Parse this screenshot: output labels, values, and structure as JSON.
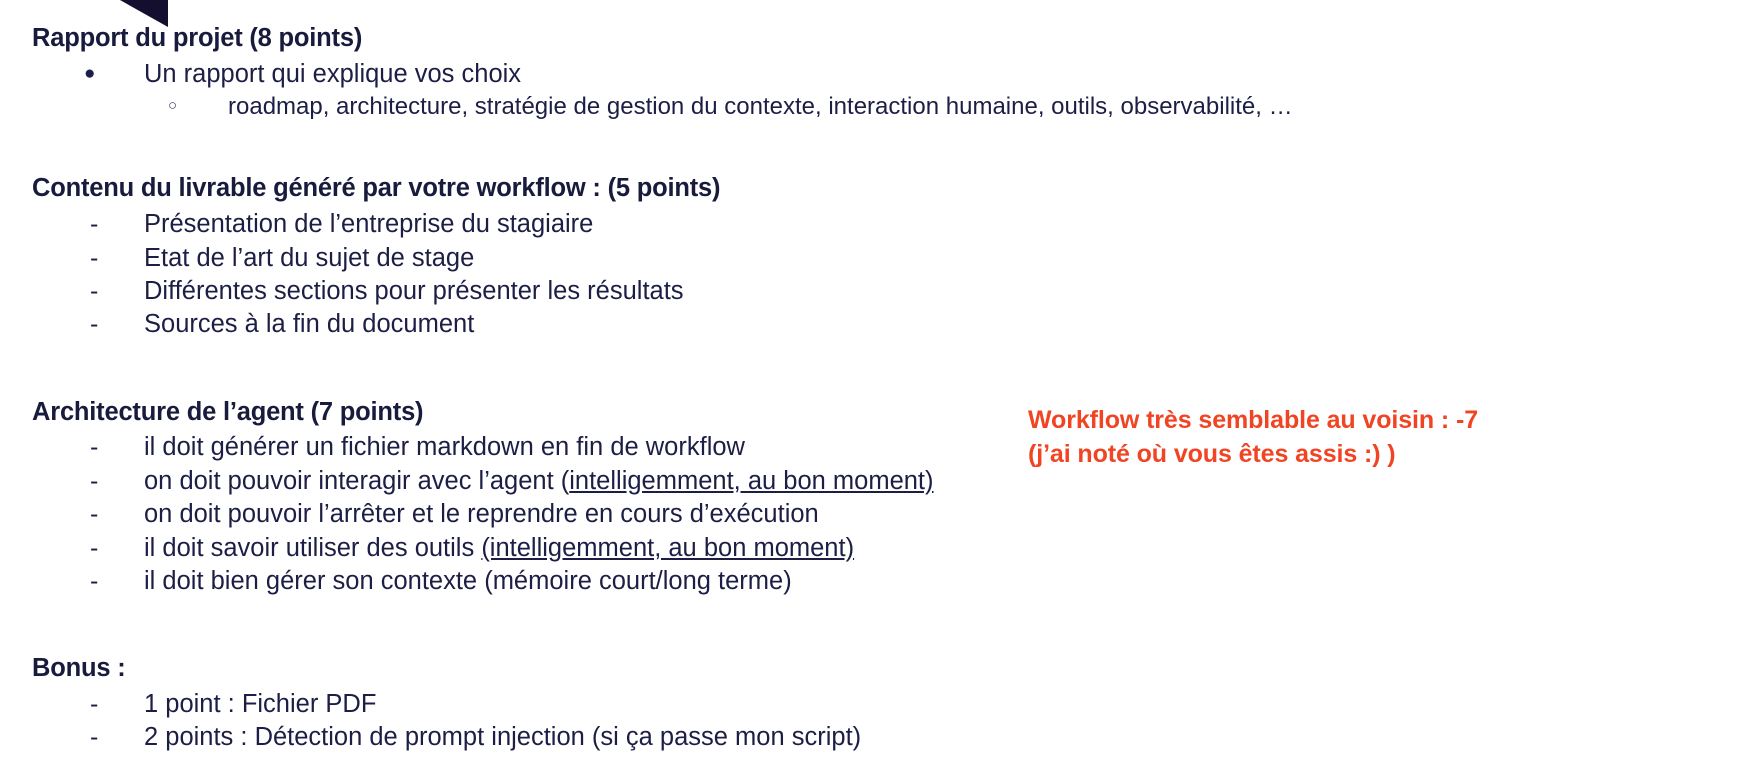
{
  "slide": {
    "background_color": "#ffffff",
    "text_color": "#1a1b3d",
    "accent_color": "#140f2e",
    "annotation_color": "#f04423"
  },
  "sections": [
    {
      "title": "Rapport du projet  (8 points)",
      "items": [
        {
          "marker": "●",
          "level": 1,
          "text": "Un rapport qui explique vos choix"
        },
        {
          "marker": "○",
          "level": 2,
          "text": "roadmap, architecture, stratégie de gestion du contexte, interaction humaine, outils, observabilité, …"
        }
      ]
    },
    {
      "title": "Contenu du livrable généré par votre workflow : (5 points)",
      "items": [
        {
          "marker": "-",
          "level": 1,
          "text": "Présentation de l’entreprise du stagiaire"
        },
        {
          "marker": "-",
          "level": 1,
          "text": "Etat de l’art du sujet de stage"
        },
        {
          "marker": "-",
          "level": 1,
          "text": "Différentes sections pour présenter les résultats"
        },
        {
          "marker": "-",
          "level": 1,
          "text": "Sources à la fin du document"
        }
      ]
    },
    {
      "title": "Architecture de l’agent (7 points)",
      "items": [
        {
          "marker": "-",
          "level": 1,
          "text": "il doit générer un fichier markdown en fin de workflow"
        },
        {
          "marker": "-",
          "level": 1,
          "prefix": "on doit pouvoir interagir avec l’agent (",
          "underlined": "intelligemment, au bon moment)",
          "suffix": ""
        },
        {
          "marker": "-",
          "level": 1,
          "text": "on doit pouvoir l’arrêter et le reprendre en cours d’exécution"
        },
        {
          "marker": "-",
          "level": 1,
          "prefix": "il doit savoir utiliser des outils ",
          "underlined": "(intelligemment, au bon moment)",
          "suffix": ""
        },
        {
          "marker": "-",
          "level": 1,
          "text": "il doit bien gérer son contexte (mémoire court/long terme)"
        }
      ]
    },
    {
      "title": "Bonus :",
      "items": [
        {
          "marker": "-",
          "level": 1,
          "text": "1 point : Fichier PDF"
        },
        {
          "marker": "-",
          "level": 1,
          "text": "2 points : Détection de prompt injection (si ça passe mon script)"
        }
      ]
    }
  ],
  "annotation": {
    "line1": "Workflow très semblable au voisin : -7",
    "line2": "(j’ai noté où vous êtes assis :) )"
  }
}
